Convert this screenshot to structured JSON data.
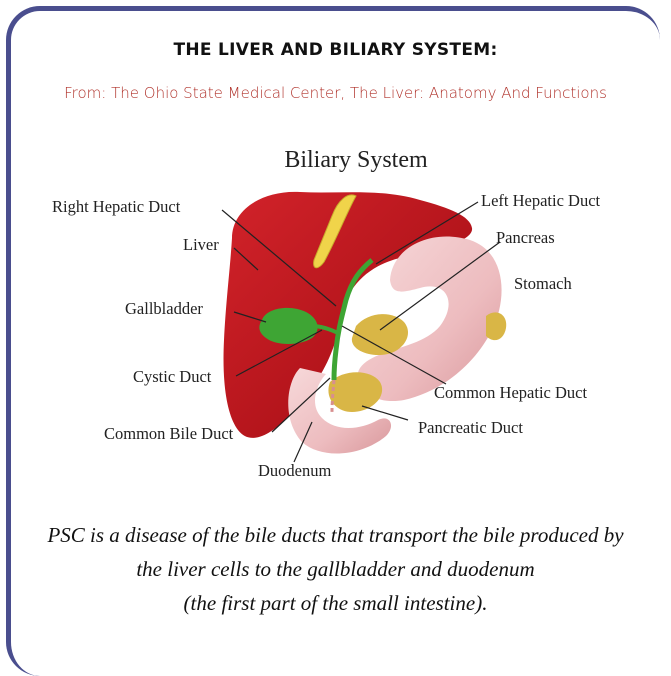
{
  "header": {
    "title": "THE LIVER AND BILIARY SYSTEM:",
    "source": "From: The Ohio State Medical Center, The Liver: Anatomy And Functions"
  },
  "diagram": {
    "heading": "Biliary System",
    "labels": {
      "right_hepatic_duct": "Right Hepatic Duct",
      "liver": "Liver",
      "gallbladder": "Gallbladder",
      "cystic_duct": "Cystic Duct",
      "common_bile_duct": "Common Bile Duct",
      "duodenum": "Duodenum",
      "left_hepatic_duct": "Left Hepatic Duct",
      "pancreas": "Pancreas",
      "stomach": "Stomach",
      "common_hepatic_duct": "Common Hepatic Duct",
      "pancreatic_duct": "Pancreatic Duct"
    },
    "colors": {
      "liver": "#b3141b",
      "gallbladder": "#3ea534",
      "stomach": "#f1c4c6",
      "pancreas": "#d9b646",
      "ducts": "#f2e35a",
      "frame": "#4a4e8e",
      "source_text": "#b0322b"
    }
  },
  "caption": {
    "line1": "PSC is a disease of the bile ducts that transport the bile produced by",
    "line2": "the liver cells to the gallbladder and duodenum",
    "line3": "(the first part of the small intestine)."
  }
}
